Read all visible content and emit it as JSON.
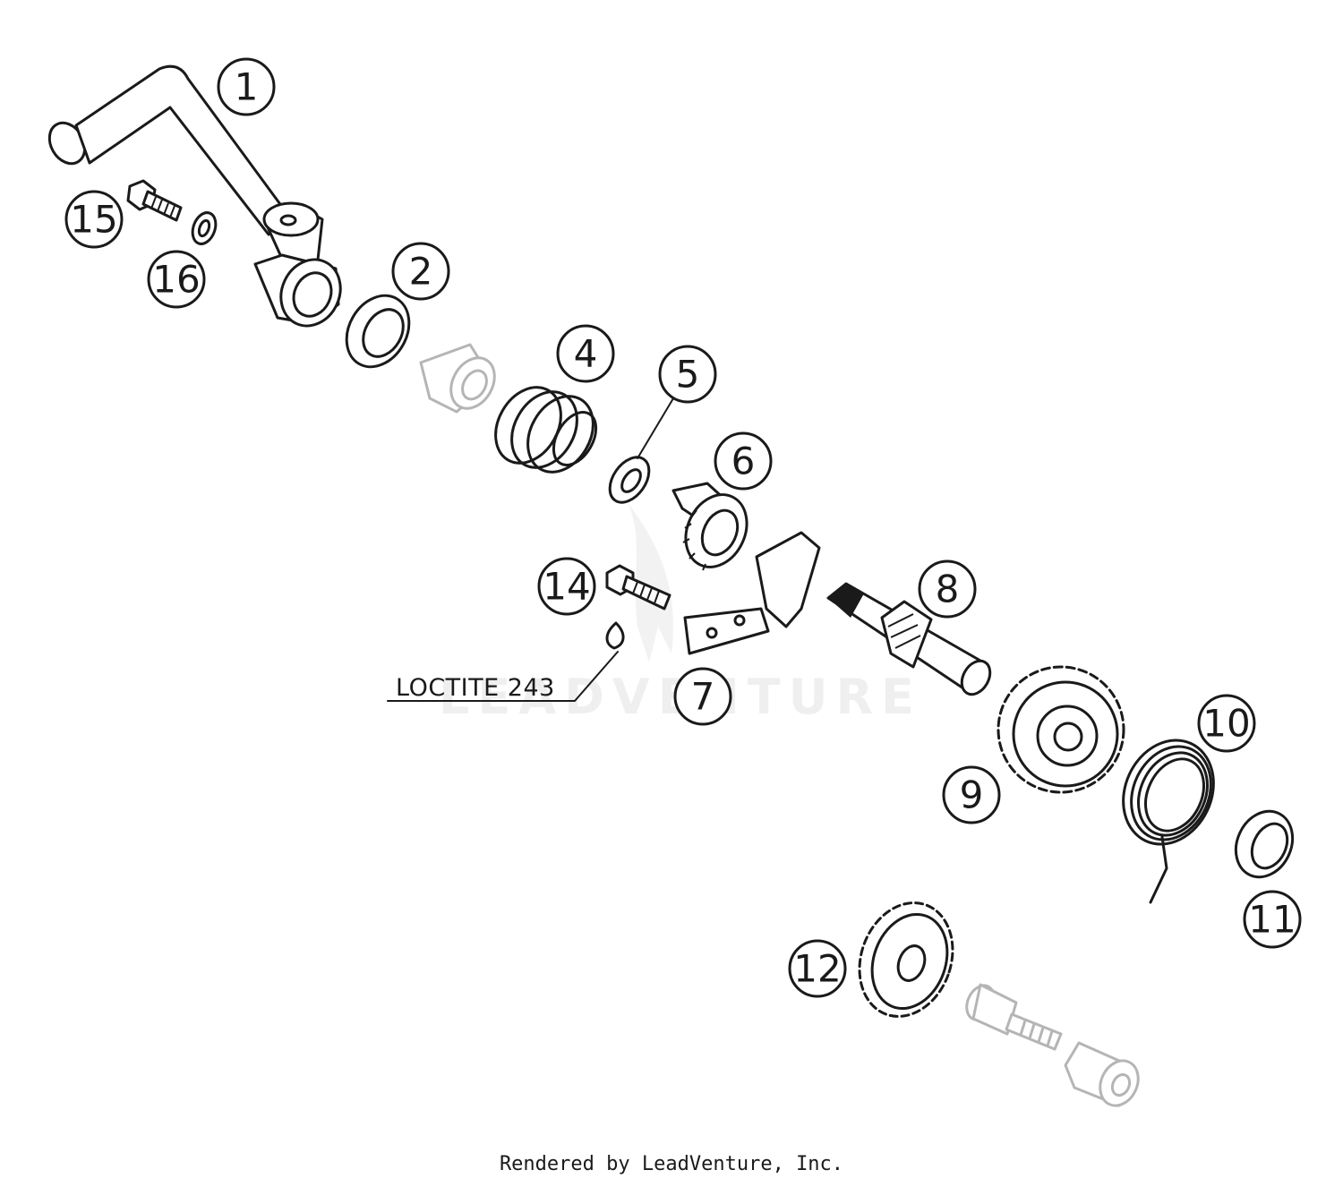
{
  "diagram": {
    "callouts": [
      {
        "id": "1",
        "label": "1"
      },
      {
        "id": "2",
        "label": "2"
      },
      {
        "id": "4",
        "label": "4"
      },
      {
        "id": "5",
        "label": "5"
      },
      {
        "id": "6",
        "label": "6"
      },
      {
        "id": "7",
        "label": "7"
      },
      {
        "id": "8",
        "label": "8"
      },
      {
        "id": "9",
        "label": "9"
      },
      {
        "id": "10",
        "label": "10"
      },
      {
        "id": "11",
        "label": "11"
      },
      {
        "id": "12",
        "label": "12"
      },
      {
        "id": "14",
        "label": "14"
      },
      {
        "id": "15",
        "label": "15"
      },
      {
        "id": "16",
        "label": "16"
      }
    ],
    "note": "LOCTITE 243",
    "watermark": "LEADVENTURE",
    "footer": "Rendered by LeadVenture, Inc."
  }
}
